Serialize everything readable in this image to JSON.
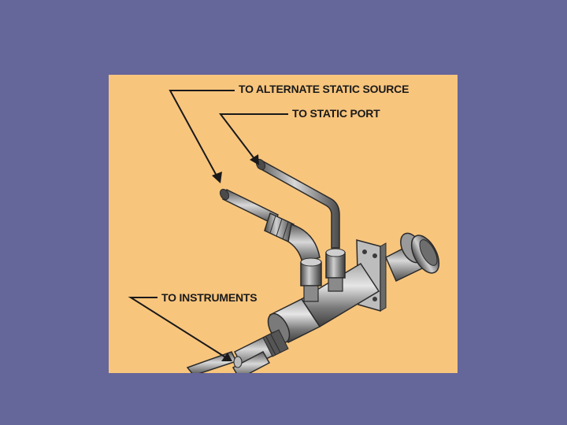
{
  "colors": {
    "background": "#65669A",
    "figure_background": "#F8C57D",
    "metal_dark": "#3E3E3E",
    "metal_mid": "#8A8A8A",
    "metal_light": "#D4D4D4",
    "line": "#1A1A1A",
    "text": "#1A1A1A"
  },
  "labels": {
    "alternate_static_source": "TO ALTERNATE STATIC SOURCE",
    "static_port": "TO STATIC PORT",
    "instruments": "TO INSTRUMENTS"
  }
}
